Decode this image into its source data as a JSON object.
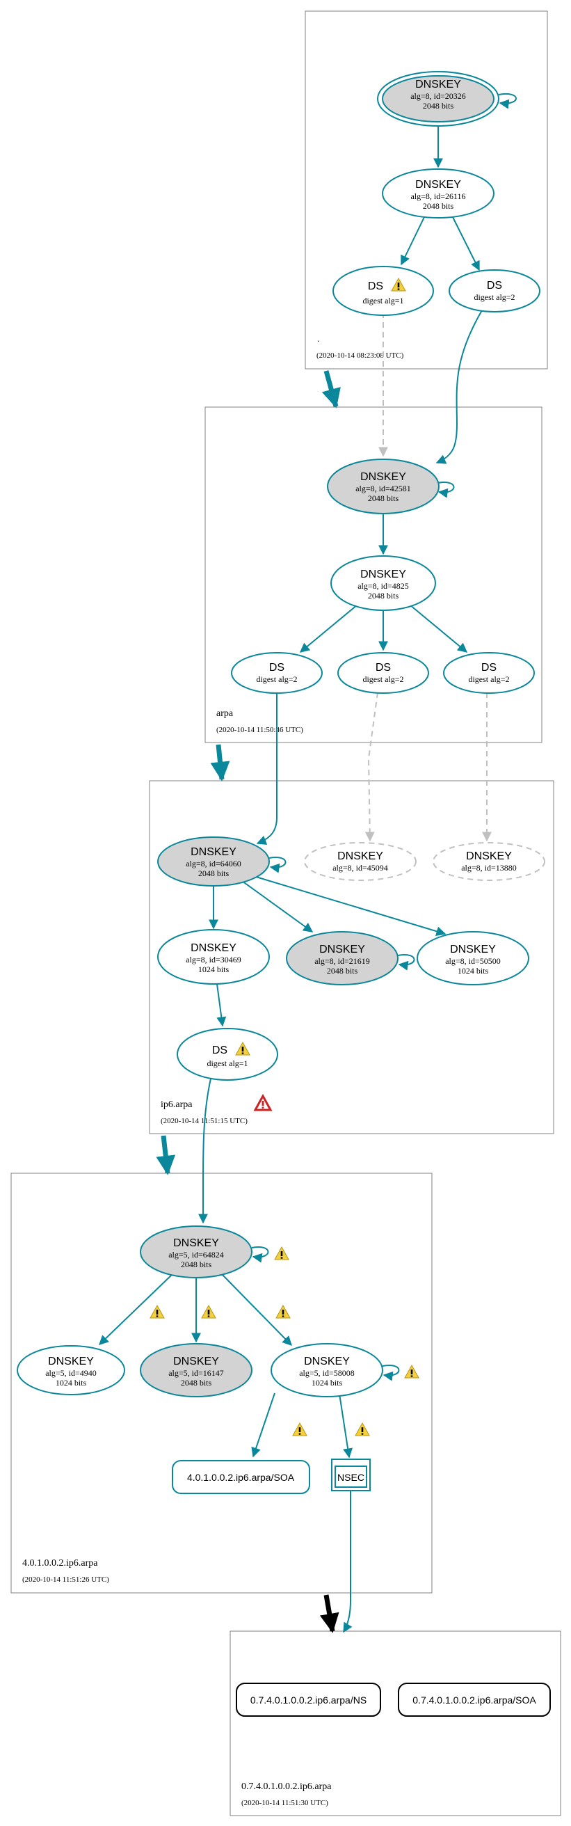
{
  "colors": {
    "teal": "#0a879a",
    "gray_fill": "#d3d3d3",
    "box_border": "#808080",
    "dashed": "#c0c0c0",
    "warning_yellow": "#f4d03f",
    "error_red": "#cc2222",
    "black": "#000000"
  },
  "zones": {
    "root": {
      "name": ".",
      "timestamp": "(2020-10-14 08:23:08 UTC)"
    },
    "arpa": {
      "name": "arpa",
      "timestamp": "(2020-10-14 11:50:46 UTC)"
    },
    "ip6": {
      "name": "ip6.arpa",
      "timestamp": "(2020-10-14 11:51:15 UTC)"
    },
    "zone4": {
      "name": "4.0.1.0.0.2.ip6.arpa",
      "timestamp": "(2020-10-14 11:51:26 UTC)"
    },
    "zone5": {
      "name": "0.7.4.0.1.0.0.2.ip6.arpa",
      "timestamp": "(2020-10-14 11:51:30 UTC)"
    }
  },
  "nodes": {
    "root_ksk": {
      "title": "DNSKEY",
      "line1": "alg=8, id=20326",
      "line2": "2048 bits"
    },
    "root_zsk": {
      "title": "DNSKEY",
      "line1": "alg=8, id=26116",
      "line2": "2048 bits"
    },
    "root_ds1": {
      "title": "DS",
      "line1": "digest alg=1"
    },
    "root_ds2": {
      "title": "DS",
      "line1": "digest alg=2"
    },
    "arpa_ksk": {
      "title": "DNSKEY",
      "line1": "alg=8, id=42581",
      "line2": "2048 bits"
    },
    "arpa_zsk": {
      "title": "DNSKEY",
      "line1": "alg=8, id=4825",
      "line2": "2048 bits"
    },
    "arpa_ds1": {
      "title": "DS",
      "line1": "digest alg=2"
    },
    "arpa_ds2": {
      "title": "DS",
      "line1": "digest alg=2"
    },
    "arpa_ds3": {
      "title": "DS",
      "line1": "digest alg=2"
    },
    "ip6_ksk": {
      "title": "DNSKEY",
      "line1": "alg=8, id=64060",
      "line2": "2048 bits"
    },
    "ip6_missing1": {
      "title": "DNSKEY",
      "line1": "alg=8, id=45094"
    },
    "ip6_missing2": {
      "title": "DNSKEY",
      "line1": "alg=8, id=13880"
    },
    "ip6_k30469": {
      "title": "DNSKEY",
      "line1": "alg=8, id=30469",
      "line2": "1024 bits"
    },
    "ip6_k21619": {
      "title": "DNSKEY",
      "line1": "alg=8, id=21619",
      "line2": "2048 bits"
    },
    "ip6_k50500": {
      "title": "DNSKEY",
      "line1": "alg=8, id=50500",
      "line2": "1024 bits"
    },
    "ip6_ds": {
      "title": "DS",
      "line1": "digest alg=1"
    },
    "z4_ksk": {
      "title": "DNSKEY",
      "line1": "alg=5, id=64824",
      "line2": "2048 bits"
    },
    "z4_k4940": {
      "title": "DNSKEY",
      "line1": "alg=5, id=4940",
      "line2": "1024 bits"
    },
    "z4_k16147": {
      "title": "DNSKEY",
      "line1": "alg=5, id=16147",
      "line2": "2048 bits"
    },
    "z4_k58008": {
      "title": "DNSKEY",
      "line1": "alg=5, id=58008",
      "line2": "1024 bits"
    },
    "z4_soa": {
      "title": "4.0.1.0.0.2.ip6.arpa/SOA"
    },
    "z4_nsec": {
      "title": "NSEC"
    },
    "z5_ns": {
      "title": "0.7.4.0.1.0.0.2.ip6.arpa/NS"
    },
    "z5_soa": {
      "title": "0.7.4.0.1.0.0.2.ip6.arpa/SOA"
    }
  }
}
